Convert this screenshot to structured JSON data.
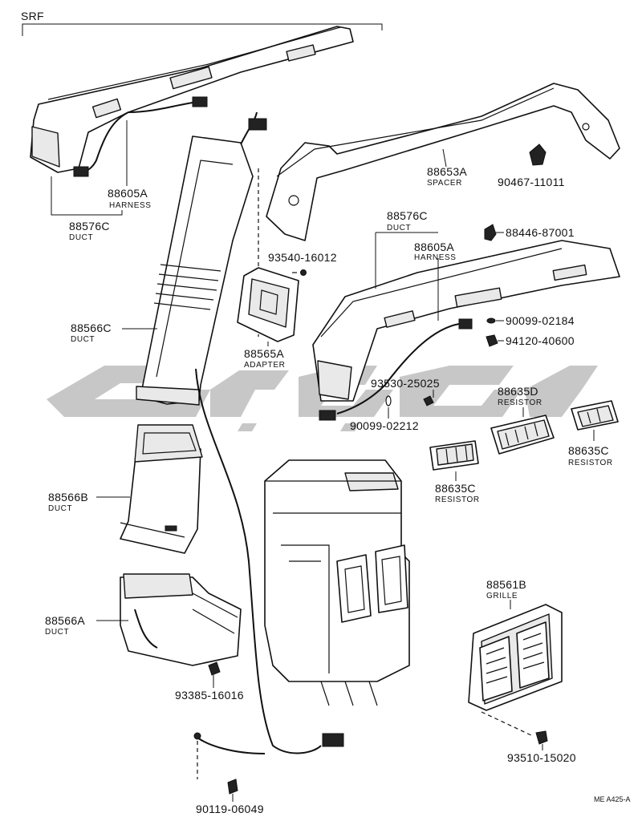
{
  "group_label": "SRF",
  "figure_code": "ME A425-A",
  "watermark_text": "",
  "parts": [
    {
      "key": "p88605A_top",
      "number": "88605A",
      "name": "HARNESS"
    },
    {
      "key": "p88576C_top",
      "number": "88576C",
      "name": "DUCT"
    },
    {
      "key": "p88653A",
      "number": "88653A",
      "name": "SPACER"
    },
    {
      "key": "p90467",
      "number": "90467-11011",
      "name": ""
    },
    {
      "key": "p88576C_mid",
      "number": "88576C",
      "name": "DUCT"
    },
    {
      "key": "p88446",
      "number": "88446-87001",
      "name": ""
    },
    {
      "key": "p88605A_mid",
      "number": "88605A",
      "name": "HARNESS"
    },
    {
      "key": "p93540",
      "number": "93540-16012",
      "name": ""
    },
    {
      "key": "p88566C",
      "number": "88566C",
      "name": "DUCT"
    },
    {
      "key": "p88565A",
      "number": "88565A",
      "name": "ADAPTER"
    },
    {
      "key": "p90099_02184",
      "number": "90099-02184",
      "name": ""
    },
    {
      "key": "p94120",
      "number": "94120-40600",
      "name": ""
    },
    {
      "key": "p93530",
      "number": "93530-25025",
      "name": ""
    },
    {
      "key": "p88635D",
      "number": "88635D",
      "name": "RESISTOR"
    },
    {
      "key": "p90099_02212",
      "number": "90099-02212",
      "name": ""
    },
    {
      "key": "p88635C_right",
      "number": "88635C",
      "name": "RESISTOR"
    },
    {
      "key": "p88635C_left",
      "number": "88635C",
      "name": "RESISTOR"
    },
    {
      "key": "p88566B",
      "number": "88566B",
      "name": "DUCT"
    },
    {
      "key": "p88561B",
      "number": "88561B",
      "name": "GRILLE"
    },
    {
      "key": "p88566A",
      "number": "88566A",
      "name": "DUCT"
    },
    {
      "key": "p93385",
      "number": "93385-16016",
      "name": ""
    },
    {
      "key": "p93510",
      "number": "93510-15020",
      "name": ""
    },
    {
      "key": "p90119",
      "number": "90119-06049",
      "name": ""
    }
  ]
}
